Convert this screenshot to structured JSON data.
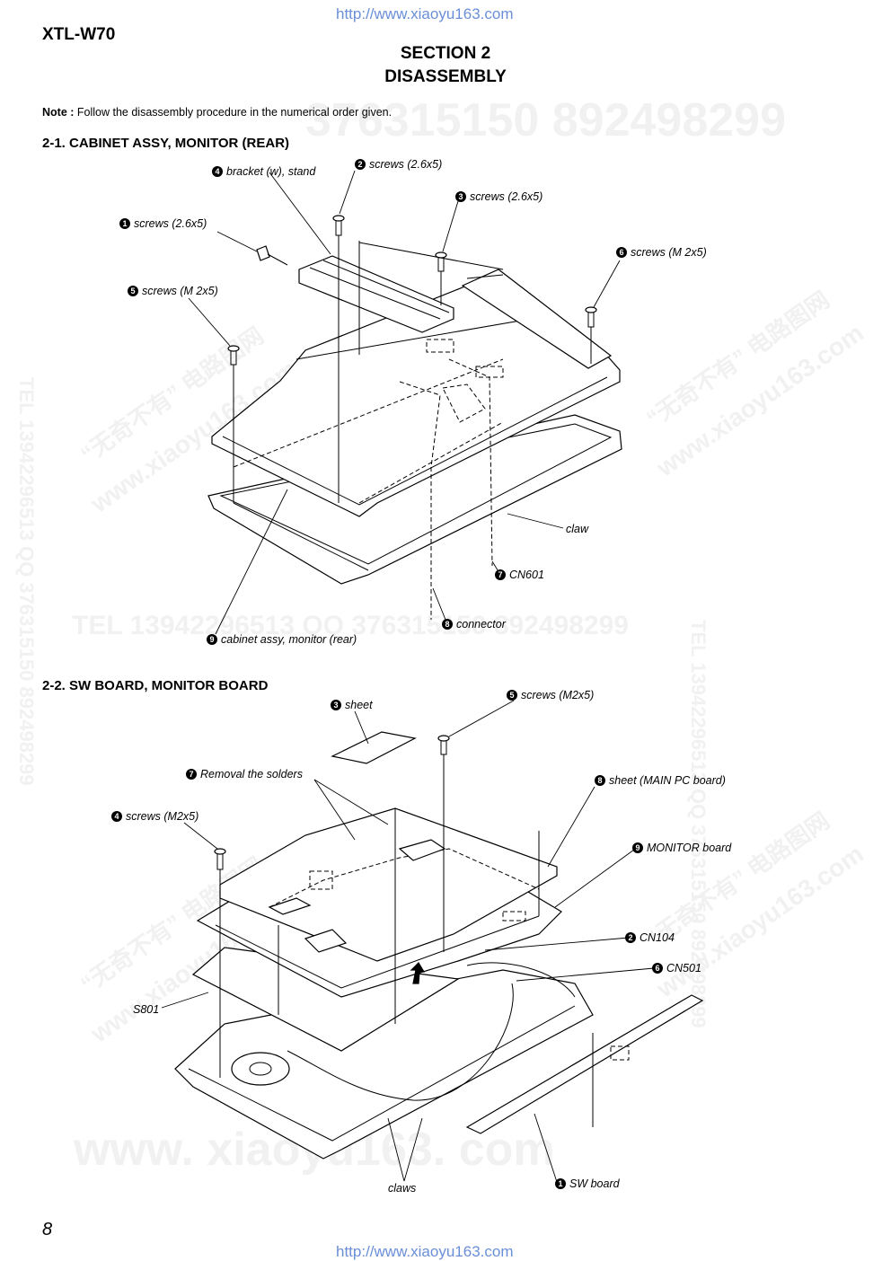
{
  "header": {
    "url_top": "http://www.xiaoyu163.com",
    "model": "XTL-W70",
    "section": "SECTION 2",
    "section_title": "DISASSEMBLY"
  },
  "note": {
    "label": "Note :",
    "text": "Follow the disassembly procedure in the numerical order given."
  },
  "section1": {
    "heading": "2-1. CABINET ASSY, MONITOR (REAR)",
    "labels": [
      {
        "num": "1",
        "text": "screws (2.6x5)"
      },
      {
        "num": "2",
        "text": "screws (2.6x5)"
      },
      {
        "num": "3",
        "text": "screws (2.6x5)"
      },
      {
        "num": "4",
        "text": "bracket (w), stand"
      },
      {
        "num": "5",
        "text": "screws (M 2x5)"
      },
      {
        "num": "6",
        "text": "screws (M 2x5)"
      },
      {
        "num": "7",
        "text": "CN601"
      },
      {
        "num": "8",
        "text": "connector"
      },
      {
        "num": "9",
        "text": "cabinet assy, monitor (rear)"
      }
    ],
    "claw": "claw"
  },
  "section2": {
    "heading": "2-2. SW BOARD, MONITOR BOARD",
    "labels": [
      {
        "num": "1",
        "text": "SW board"
      },
      {
        "num": "2",
        "text": "CN104"
      },
      {
        "num": "3",
        "text": "sheet"
      },
      {
        "num": "4",
        "text": "screws (M2x5)"
      },
      {
        "num": "5",
        "text": "screws (M2x5)"
      },
      {
        "num": "6",
        "text": "CN501"
      },
      {
        "num": "7",
        "text": "Removal the solders"
      },
      {
        "num": "8",
        "text": "sheet (MAIN PC board)"
      },
      {
        "num": "9",
        "text": "MONITOR board"
      }
    ],
    "s801": "S801",
    "claws": "claws"
  },
  "watermarks": {
    "digits_top": "376315150  892498299",
    "tel_mid": "TEL 13942296513    QQ 376315150  892498299",
    "side": "TEL 13942296513  QQ 376315150  892498299",
    "site_cn": "“无奇不有” 电路图网",
    "site": "www.xiaoyu163.com",
    "site_bottom": "www. xiaoyu163. com"
  },
  "footer": {
    "page": "8",
    "url_bottom": "http://www.xiaoyu163.com"
  }
}
